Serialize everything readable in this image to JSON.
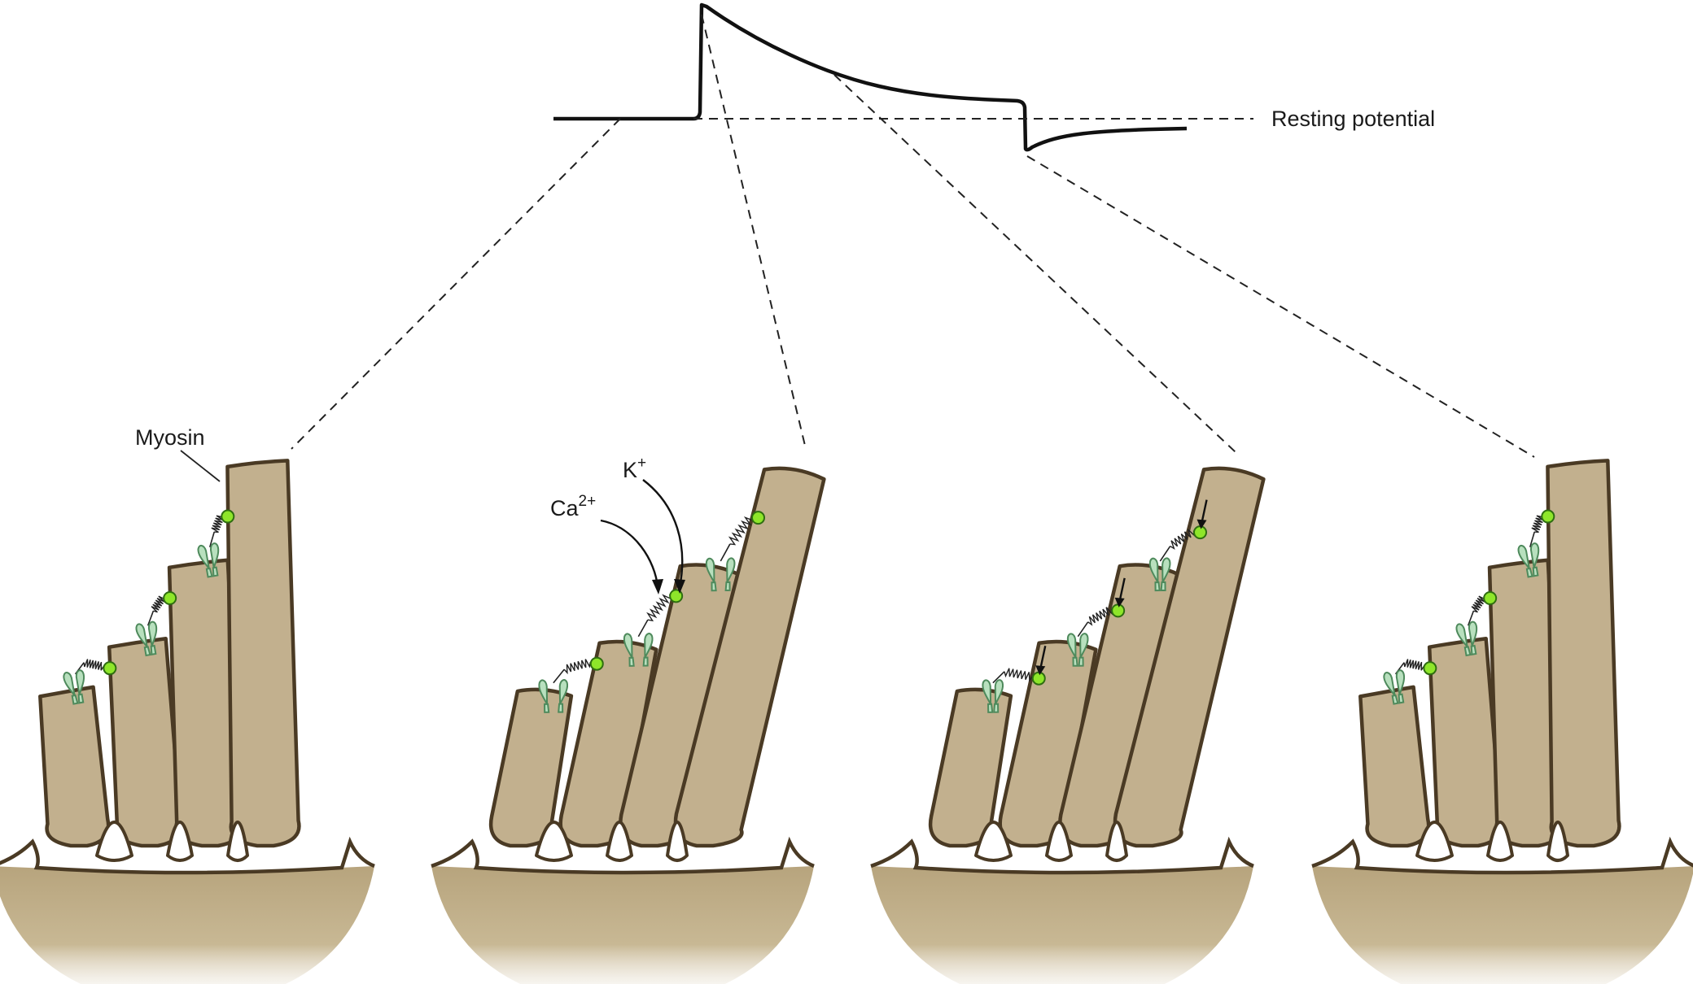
{
  "labels": {
    "resting_potential": "Resting potential",
    "myosin": "Myosin",
    "k_ion": "K",
    "k_charge": "+",
    "ca_ion": "Ca",
    "ca_charge": "2+"
  },
  "colors": {
    "stereocilium_fill": "#c2b08e",
    "stereocilium_outline": "#4a3a24",
    "channel": "#b8e0be",
    "myosin_motor": "#8ee62a",
    "trace": "#111111"
  },
  "panels": [
    {
      "name": "resting",
      "deflection_deg": 0,
      "channels_open": false
    },
    {
      "name": "deflected-channels-open",
      "deflection_deg": 10,
      "channels_open": true
    },
    {
      "name": "adaptation-myosin-slipping",
      "deflection_deg": 10,
      "channels_open": false
    },
    {
      "name": "adapted",
      "deflection_deg": 0,
      "channels_open": false
    }
  ]
}
